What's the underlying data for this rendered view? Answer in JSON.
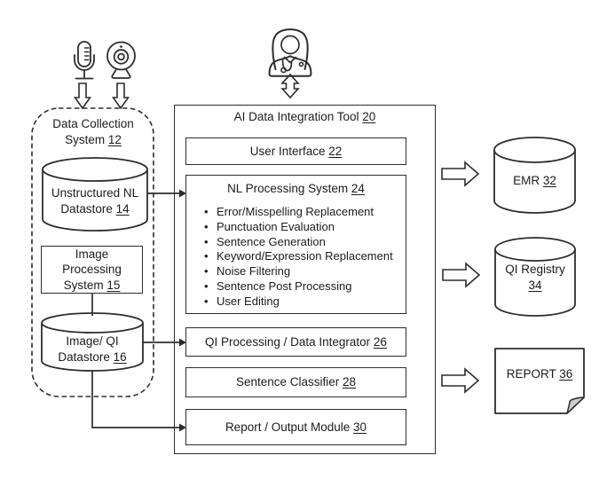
{
  "sources": {
    "data_collection": {
      "label": "Data Collection System",
      "ref": "12"
    },
    "nl_datastore": {
      "label": "Unstructured NL Datastore",
      "ref": "14"
    },
    "image_processing": {
      "label": "Image Processing System",
      "ref": "15"
    },
    "image_qi_datastore": {
      "label": "Image/ QI Datastore",
      "ref": "16"
    }
  },
  "tool": {
    "title": {
      "label": "AI Data Integration Tool",
      "ref": "20"
    },
    "user_interface": {
      "label": "User Interface",
      "ref": "22"
    },
    "nl_processing": {
      "title": {
        "label": "NL Processing System",
        "ref": "24"
      },
      "bullets": [
        "Error/Misspelling Replacement",
        "Punctuation Evaluation",
        "Sentence Generation",
        "Keyword/Expression Replacement",
        "Noise Filtering",
        "Sentence Post Processing",
        "User Editing"
      ]
    },
    "qi_processing": {
      "label": "QI Processing / Data Integrator",
      "ref": "26"
    },
    "sentence_classifier": {
      "label": "Sentence Classifier",
      "ref": "28"
    },
    "report_module": {
      "label": "Report / Output Module",
      "ref": "30"
    }
  },
  "outputs": {
    "emr": {
      "label": "EMR",
      "ref": "32"
    },
    "qi_registry": {
      "label": "QI Registry",
      "ref": "34"
    },
    "report": {
      "label": "REPORT",
      "ref": "36"
    }
  },
  "icons": {
    "microphone": "microphone-icon",
    "webcam": "webcam-icon",
    "clinician": "clinician-icon"
  },
  "colors": {
    "line": "#2d2d2d",
    "text": "#1c1c1c",
    "background": "#ffffff",
    "fold_fill": "#cccccc"
  }
}
